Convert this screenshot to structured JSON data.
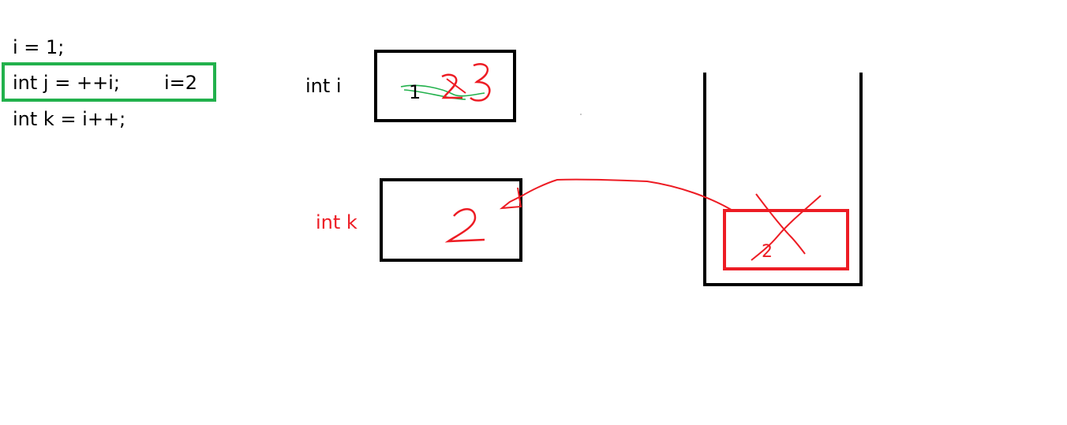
{
  "code": {
    "line1": "i = 1;",
    "line2": "int j = ++i;",
    "line2_note": "i=2",
    "line3": "int k = i++;"
  },
  "variables": {
    "i_label": "int i",
    "i_value": "1",
    "k_label": "int k"
  },
  "stack": {
    "value": "2"
  },
  "colors": {
    "ink": "#000000",
    "highlight": "#22b14c",
    "annotation": "#ed1c24"
  }
}
